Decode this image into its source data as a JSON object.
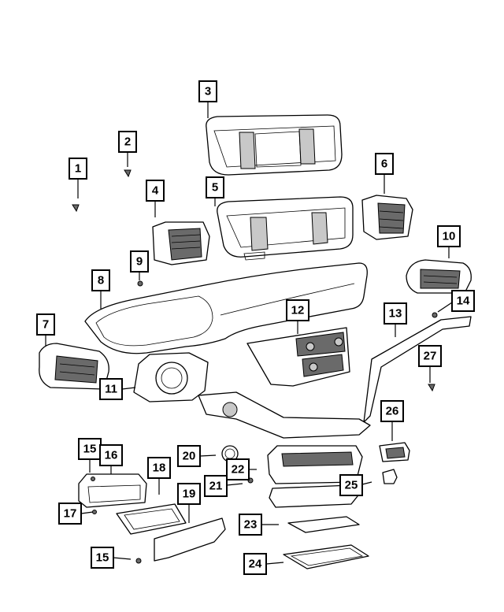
{
  "diagram": {
    "style": {
      "ink": "#000000",
      "paper": "#ffffff",
      "shade": "#6a6a6a"
    },
    "callouts": [
      {
        "id": "c1",
        "label": "1"
      },
      {
        "id": "c2",
        "label": "2"
      },
      {
        "id": "c3",
        "label": "3"
      },
      {
        "id": "c4",
        "label": "4"
      },
      {
        "id": "c5",
        "label": "5"
      },
      {
        "id": "c6",
        "label": "6"
      },
      {
        "id": "c7",
        "label": "7"
      },
      {
        "id": "c8",
        "label": "8"
      },
      {
        "id": "c9",
        "label": "9"
      },
      {
        "id": "c10",
        "label": "10"
      },
      {
        "id": "c11",
        "label": "11"
      },
      {
        "id": "c12",
        "label": "12"
      },
      {
        "id": "c13",
        "label": "13"
      },
      {
        "id": "c14",
        "label": "14"
      },
      {
        "id": "c15a",
        "label": "15"
      },
      {
        "id": "c16",
        "label": "16"
      },
      {
        "id": "c17",
        "label": "17"
      },
      {
        "id": "c18",
        "label": "18"
      },
      {
        "id": "c19",
        "label": "19"
      },
      {
        "id": "c20",
        "label": "20"
      },
      {
        "id": "c21",
        "label": "21"
      },
      {
        "id": "c22",
        "label": "22"
      },
      {
        "id": "c23",
        "label": "23"
      },
      {
        "id": "c24",
        "label": "24"
      },
      {
        "id": "c25",
        "label": "25"
      },
      {
        "id": "c26",
        "label": "26"
      },
      {
        "id": "c27",
        "label": "27"
      },
      {
        "id": "c15b",
        "label": "15"
      }
    ]
  }
}
